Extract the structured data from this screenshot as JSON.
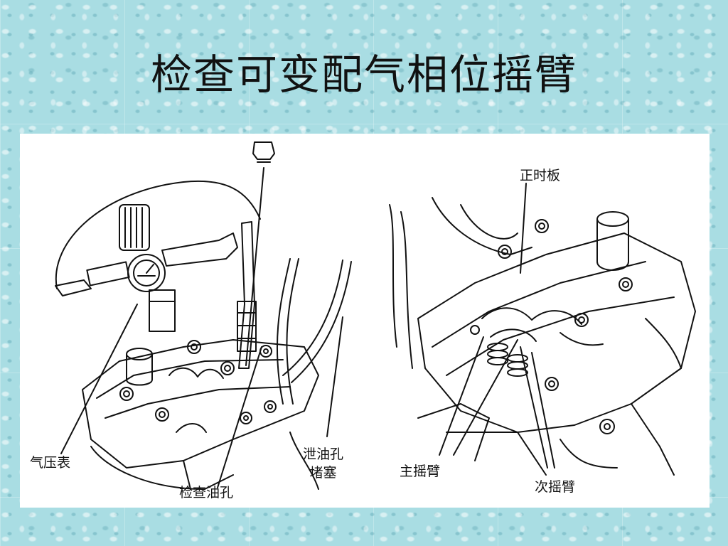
{
  "slide": {
    "title": "检查可变配气相位摇臂"
  },
  "figure": {
    "labels": {
      "timing_plate": "正时板",
      "air_pressure_gauge": "气压表",
      "inspection_oil_hole": "检查油孔",
      "drain_hole_plug_line1": "泄油孔",
      "drain_hole_plug_line2": "堵塞",
      "primary_rocker_arm": "主摇臂",
      "secondary_rocker_arm": "次摇臂"
    }
  }
}
